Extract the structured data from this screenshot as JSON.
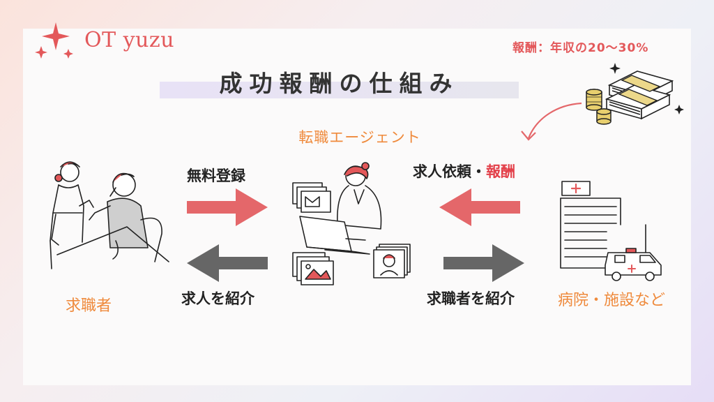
{
  "brand": {
    "name": "OT yuzu"
  },
  "reward_note": "報酬：年収の20〜30%",
  "title": "成功報酬の仕組み",
  "nodes": {
    "job_seeker": "求職者",
    "agent": "転職エージェント",
    "facility": "病院・施設など"
  },
  "flows": {
    "free_registration": "無料登録",
    "introduce_jobs": "求人を紹介",
    "job_request_prefix": "求人依頼・",
    "job_request_reward": "報酬",
    "introduce_seekers": "求職者を紹介"
  },
  "colors": {
    "accent_red": "#e3585a",
    "arrow_red": "#e4676a",
    "arrow_gray": "#666666",
    "orange_label": "#ef8a3c"
  }
}
